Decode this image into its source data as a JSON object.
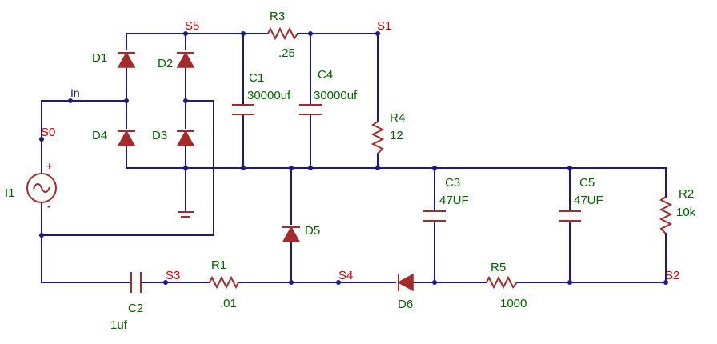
{
  "colors": {
    "wire": "#1a1a80",
    "component": "#a52a2a",
    "reference_text": "#006400",
    "net_label": "#d40000",
    "background": "#ffffff"
  },
  "net_labels": {
    "s0": "S0",
    "s1": "S1",
    "s2": "S2",
    "s3": "S3",
    "s4": "S4",
    "s5": "S5",
    "in": "In"
  },
  "source": {
    "ref": "I1",
    "plus": "+",
    "minus": "-",
    "icon": "ac-source-icon"
  },
  "diodes": {
    "d1": "D1",
    "d2": "D2",
    "d3": "D3",
    "d4": "D4",
    "d5": "D5",
    "d6": "D6"
  },
  "resistors": {
    "r1": {
      "ref": "R1",
      "value": ".01"
    },
    "r2": {
      "ref": "R2",
      "value": "10k"
    },
    "r3": {
      "ref": "R3",
      "value": ".25"
    },
    "r4": {
      "ref": "R4",
      "value": "12"
    },
    "r5": {
      "ref": "R5",
      "value": "1000"
    }
  },
  "capacitors": {
    "c1": {
      "ref": "C1",
      "value": "30000uf"
    },
    "c2": {
      "ref": "C2",
      "value": "1uf"
    },
    "c3": {
      "ref": "C3",
      "value": "47UF"
    },
    "c4": {
      "ref": "C4",
      "value": "30000uf"
    },
    "c5": {
      "ref": "C5",
      "value": "47UF"
    }
  },
  "ground": {
    "icon": "ground-icon"
  }
}
